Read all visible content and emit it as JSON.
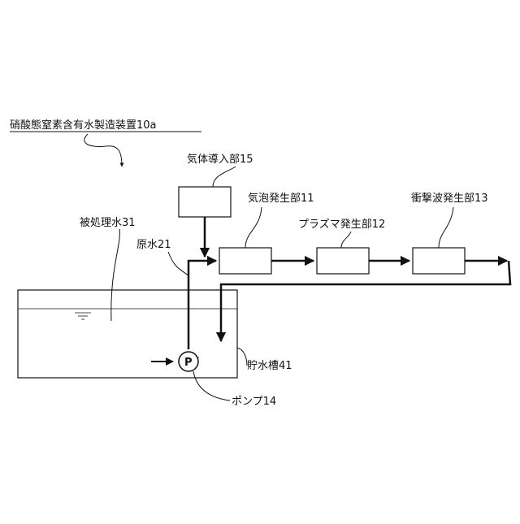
{
  "diagram": {
    "title": "硝酸態窒素含有水製造装置10a",
    "labels": {
      "gas_intro": "気体導入部15",
      "bubble_gen": "気泡発生部11",
      "plasma_gen": "プラズマ発生部12",
      "shockwave_gen": "衝撃波発生部13",
      "treated_water": "被処理水31",
      "raw_water": "原水21",
      "storage_tank": "貯水槽41",
      "pump": "ポンプ14",
      "pump_symbol": "P"
    },
    "colors": {
      "line": "#111111",
      "background": "#ffffff"
    },
    "icons": [
      "curved-arrow-icon",
      "water-surface-icon",
      "inflow-arrow-icon",
      "flow-arrow-icon"
    ]
  }
}
